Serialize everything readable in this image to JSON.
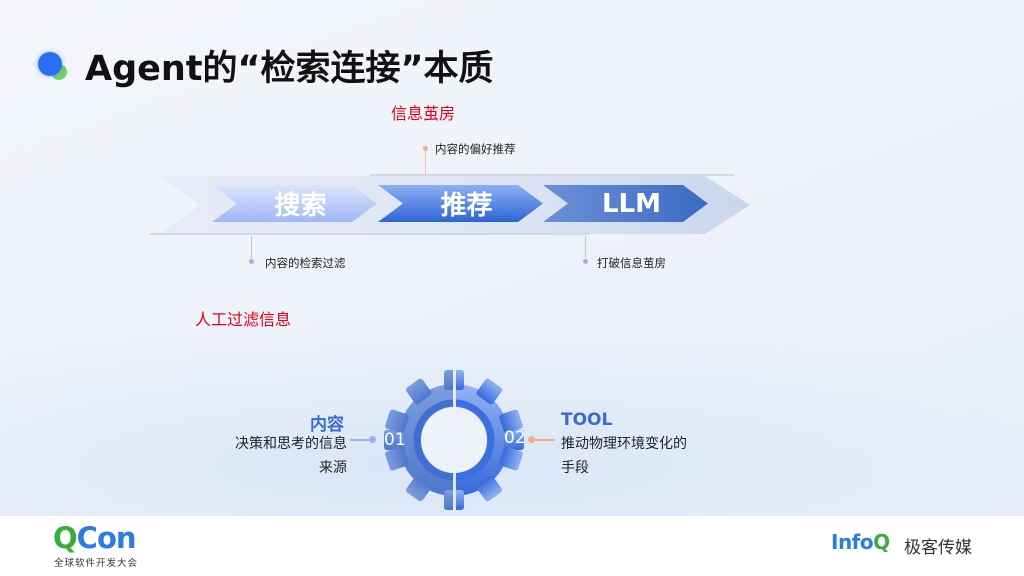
{
  "slide": {
    "title": "Agent的“检索连接”本质",
    "annotations": {
      "top_red": "信息茧房",
      "left_red": "人工过滤信息"
    },
    "flow": {
      "steps": [
        {
          "label": "搜索",
          "callout": "内容的检索过滤",
          "callout_position": "below"
        },
        {
          "label": "推荐",
          "callout": "内容的偏好推荐",
          "callout_position": "above"
        },
        {
          "label": "LLM",
          "callout": "打破信息茧房",
          "callout_position": "below"
        }
      ]
    },
    "gear": {
      "left": {
        "number": "01",
        "title": "内容",
        "desc_line1": "决策和思考的信息",
        "desc_line2": "来源"
      },
      "right": {
        "number": "02",
        "title": "TOOL",
        "desc_line1": "推动物理环境变化的",
        "desc_line2": "手段"
      }
    },
    "colors": {
      "accent_blue": "#2a6ff2",
      "accent_green": "#72d26b",
      "annotation_red": "#e60012",
      "feature_title_blue": "#3b6ccd",
      "connector_left": "#9bb3df",
      "connector_right": "#f0ad88"
    }
  },
  "footer": {
    "left_logo": {
      "q": "Q",
      "con": "Con",
      "subtitle": "全球软件开发大会"
    },
    "right_logo": {
      "info": "Info",
      "q": "Q",
      "cn": "极客传媒"
    }
  }
}
